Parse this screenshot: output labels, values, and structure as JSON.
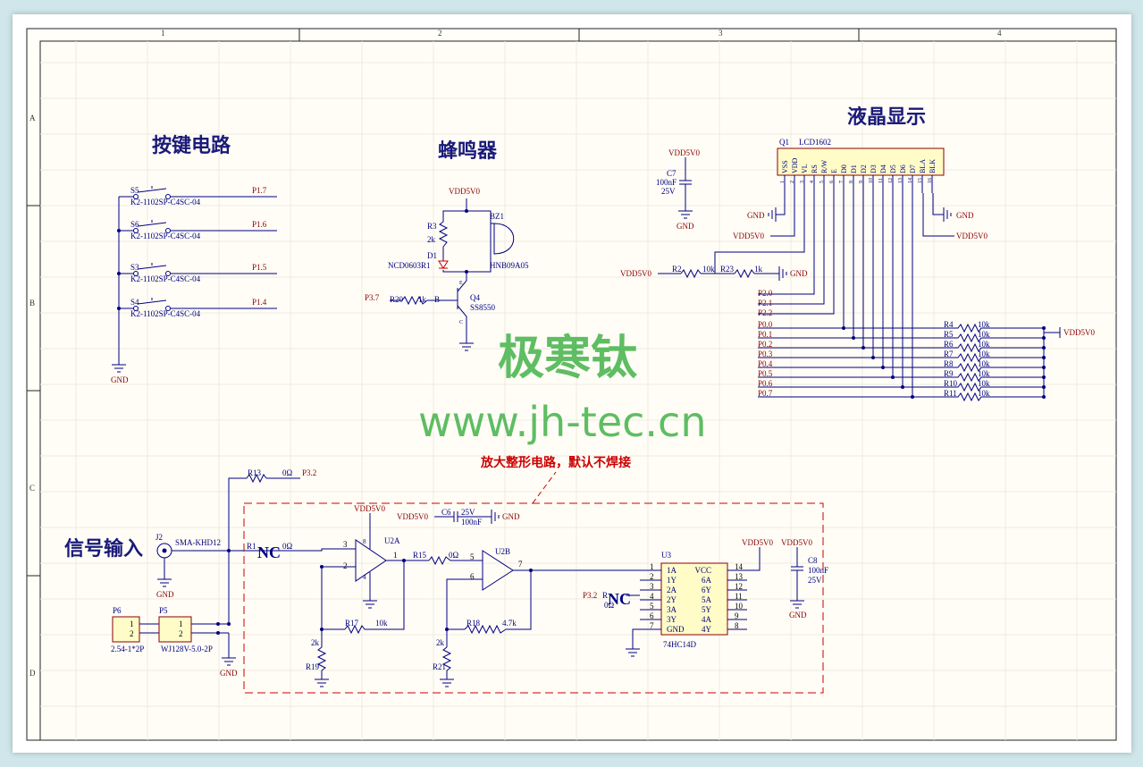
{
  "frame": {
    "cols": [
      "1",
      "2",
      "3",
      "4"
    ],
    "rows": [
      "A",
      "B",
      "C",
      "D"
    ]
  },
  "titles": {
    "keys": "按键电路",
    "buzzer": "蜂鸣器",
    "lcd": "液晶显示",
    "signal": "信号输入",
    "amp_note": "放大整形电路，默认不焊接"
  },
  "watermark": {
    "brand": "极寒钛",
    "url": "www.jh-tec.cn"
  },
  "keys": {
    "switches": [
      {
        "ref": "S5",
        "part": "K2-1102SP-C4SC-04",
        "net": "P1.7"
      },
      {
        "ref": "S6",
        "part": "K2-1102SP-C4SC-04",
        "net": "P1.6"
      },
      {
        "ref": "S3",
        "part": "K2-1102SP-C4SC-04",
        "net": "P1.5"
      },
      {
        "ref": "S4",
        "part": "K2-1102SP-C4SC-04",
        "net": "P1.4"
      }
    ],
    "gnd": "GND"
  },
  "buzzer": {
    "vdd": "VDD5V0",
    "r3": "R3",
    "r3_val": "2k",
    "d1": "D1",
    "d1_part": "NCD0603R1",
    "bz": "BZ1",
    "bz_part": "HNB09A05",
    "q": "Q4",
    "q_part": "SS8550",
    "net_in": "P3.7",
    "r20": "R20",
    "r20_val": "1k",
    "b": "B",
    "e": "E",
    "c": "C",
    "gnd": "GND"
  },
  "cap7": {
    "vdd": "VDD5V0",
    "ref": "C7",
    "val": "100nF",
    "volt": "25V",
    "gnd": "GND"
  },
  "lcd": {
    "ref": "Q1",
    "part": "LCD1602",
    "pins": [
      "VSS",
      "VDD",
      "VL",
      "RS",
      "R/W",
      "E",
      "D0",
      "D1",
      "D2",
      "D3",
      "D4",
      "D5",
      "D6",
      "D7",
      "BLA",
      "BLK"
    ],
    "nums": [
      "1",
      "2",
      "3",
      "4",
      "5",
      "6",
      "7",
      "8",
      "9",
      "10",
      "11",
      "12",
      "13",
      "14",
      "15",
      "16"
    ],
    "gnd1": "GND",
    "vdd1": "VDD5V0",
    "gnd2": "GND",
    "vdd2": "VDD5V0",
    "contrast": {
      "vdd": "VDD5V0",
      "r2": "R2",
      "r2_val": "10k",
      "r23": "R23",
      "r23_val": "1k",
      "gnd": "GND"
    },
    "ctrl_nets": [
      "P2.0",
      "P2.1",
      "P2.2"
    ],
    "data_nets": [
      "P0.0",
      "P0.1",
      "P0.2",
      "P0.3",
      "P0.4",
      "P0.5",
      "P0.6",
      "P0.7"
    ],
    "pullups": [
      "R4",
      "R5",
      "R6",
      "R7",
      "R8",
      "R9",
      "R10",
      "R11"
    ],
    "pullup_val": "10k",
    "pullup_vdd": "VDD5V0"
  },
  "signal": {
    "j2": "J2",
    "j2_part": "SMA-KHD12",
    "gnd1": "GND",
    "p6": "P6",
    "p6_part": "2.54-1*2P",
    "p5": "P5",
    "p5_part": "WJ128V-5.0-2P",
    "pin1": "1",
    "pin2": "2",
    "gnd2": "GND",
    "r13": "R13",
    "r13_val": "0Ω",
    "net_out": "P3.2"
  },
  "amp": {
    "vdd_top": "VDD5V0",
    "c6_vdd": "VDD5V0",
    "c6": "C6",
    "c6_v": "25V",
    "c6_val": "100nF",
    "c6_gnd": "GND",
    "r1": "R1",
    "nc1": "NC",
    "r1_val": "0Ω",
    "u2a": "U2A",
    "pin8": "8",
    "pin4": "4",
    "pin3": "3",
    "pin2": "2",
    "pin1": "1",
    "r15": "R15",
    "r15_val": "0Ω",
    "r17": "R17",
    "r17_val": "10k",
    "r19": "R19",
    "r19_val": "2k",
    "u2b": "U2B",
    "pin5": "5",
    "pin6": "6",
    "pin7": "7",
    "r18": "R18",
    "r18_val": "4.7k",
    "r21": "R21",
    "r21_val": "2k"
  },
  "u3": {
    "ref": "U3",
    "part": "74HC14D",
    "left_pins": [
      "1A",
      "1Y",
      "2A",
      "2Y",
      "3A",
      "3Y",
      "GND"
    ],
    "left_nums": [
      "1",
      "2",
      "3",
      "4",
      "5",
      "6",
      "7"
    ],
    "right_pins": [
      "VCC",
      "6A",
      "6Y",
      "5A",
      "5Y",
      "4A",
      "4Y"
    ],
    "right_nums": [
      "14",
      "13",
      "12",
      "11",
      "10",
      "9",
      "8"
    ],
    "vdd": "VDD5V0",
    "net_in": "P3.2",
    "r": "R",
    "nc": "NC",
    "r_val": "0Ω"
  },
  "cap8": {
    "vdd": "VDD5V0",
    "ref": "C8",
    "val": "100nF",
    "volt": "25V",
    "gnd": "GND"
  }
}
